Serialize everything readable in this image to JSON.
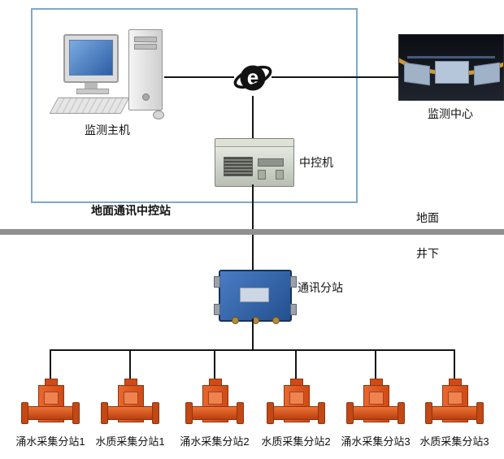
{
  "diagram": {
    "ground_station_label": "地面通讯中控站",
    "host_label": "监测主机",
    "center_label": "监测中心",
    "server_label": "中控机",
    "surface_label": "地面",
    "underground_label": "井下",
    "substation_label": "通讯分站",
    "devices": [
      {
        "label": "涌水采集分站1"
      },
      {
        "label": "水质采集分站1"
      },
      {
        "label": "涌水采集分站2"
      },
      {
        "label": "水质采集分站2"
      },
      {
        "label": "涌水采集分站3"
      },
      {
        "label": "水质采集分站3"
      }
    ],
    "colors": {
      "station_border": "#7fa8c9",
      "divider_gray": "#909090",
      "substation_blue": "#2d5ca6",
      "device_orange": "#d14a15",
      "connector": "#151515"
    }
  }
}
